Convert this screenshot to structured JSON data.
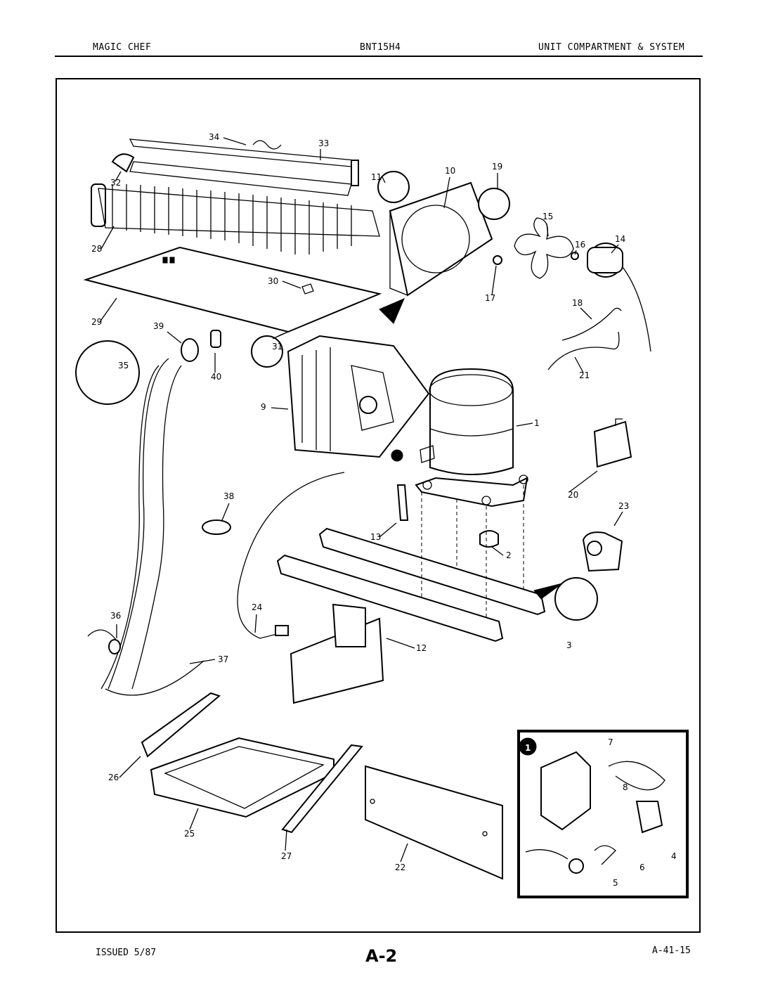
{
  "header": {
    "brand": "MAGIC CHEF",
    "model": "BNT15H4",
    "section": "UNIT COMPARTMENT & SYSTEM"
  },
  "footer": {
    "issued": "ISSUED 5/87",
    "page": "A-2",
    "doc_number": "A-41-15"
  },
  "inset": {
    "marker": "1"
  },
  "parts": {
    "p1": "1",
    "p2": "2",
    "p3": "3",
    "p4": "4",
    "p5": "5",
    "p6": "6",
    "p7": "7",
    "p8": "8",
    "p9": "9",
    "p10": "10",
    "p11": "11",
    "p12": "12",
    "p13": "13",
    "p14": "14",
    "p15": "15",
    "p16": "16",
    "p17": "17",
    "p18": "18",
    "p19": "19",
    "p20": "20",
    "p21": "21",
    "p22": "22",
    "p23": "23",
    "p24": "24",
    "p25": "25",
    "p26": "26",
    "p27": "27",
    "p28": "28",
    "p29": "29",
    "p30": "30",
    "p31": "31",
    "p32": "32",
    "p33": "33",
    "p34": "34",
    "p35": "35",
    "p36": "36",
    "p37": "37",
    "p38": "38",
    "p39": "39",
    "p40": "40"
  }
}
